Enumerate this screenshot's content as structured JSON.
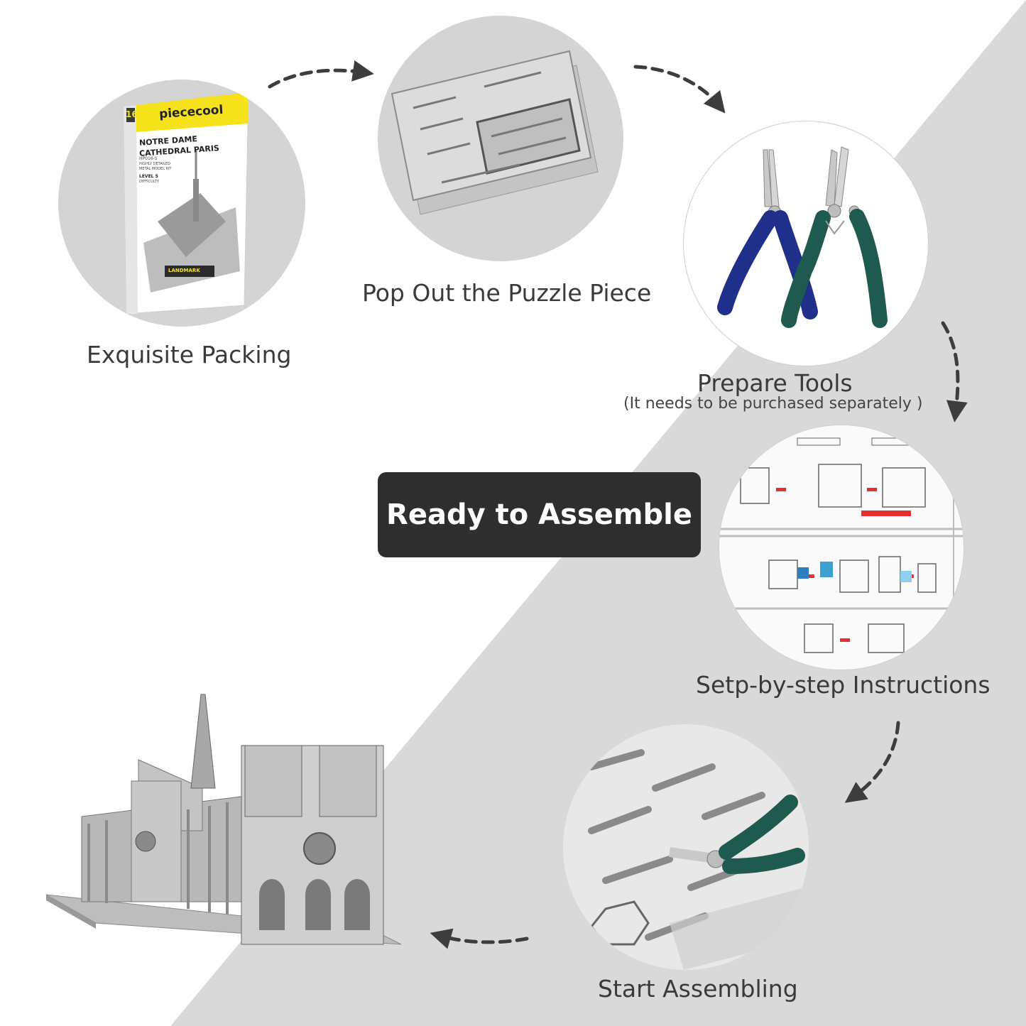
{
  "steps": [
    {
      "label": "Exquisite Packing"
    },
    {
      "label": "Pop Out the Puzzle Piece"
    },
    {
      "label": "Prepare Tools",
      "note": "(It needs to be purchased separately  )"
    },
    {
      "label": "Setp-by-step Instructions"
    },
    {
      "label": "Start Assembling"
    }
  ],
  "badge": {
    "text": "Ready to Assemble"
  },
  "box": {
    "brand": "piececool",
    "number": "16",
    "title_line1": "NOTRE DAME",
    "title_line2": "CATHEDRAL PARIS",
    "model_code": "HP016-S",
    "subtitle_line1": "HIGHLY DETAILED",
    "subtitle_line2": "METAL MODEL KIT",
    "level": "LEVEL 5",
    "difficulty": "DIFFICULTY",
    "series": "LANDMARK"
  },
  "colors": {
    "diagonal_band": "#d9d9d9",
    "circle_gray": "#d4d4d4",
    "badge": "#2e2e2e",
    "box_yellow": "#f5e21a",
    "plier_blue": "#1f2f8a",
    "plier_green": "#1f5a4e",
    "arrow": "#3d3d3d"
  },
  "icons": [
    "model-box-image",
    "metal-sheet-image",
    "pliers-icon",
    "instruction-sheet-image",
    "assembly-photo",
    "cathedral-model-image",
    "dashed-arrow-icon"
  ]
}
